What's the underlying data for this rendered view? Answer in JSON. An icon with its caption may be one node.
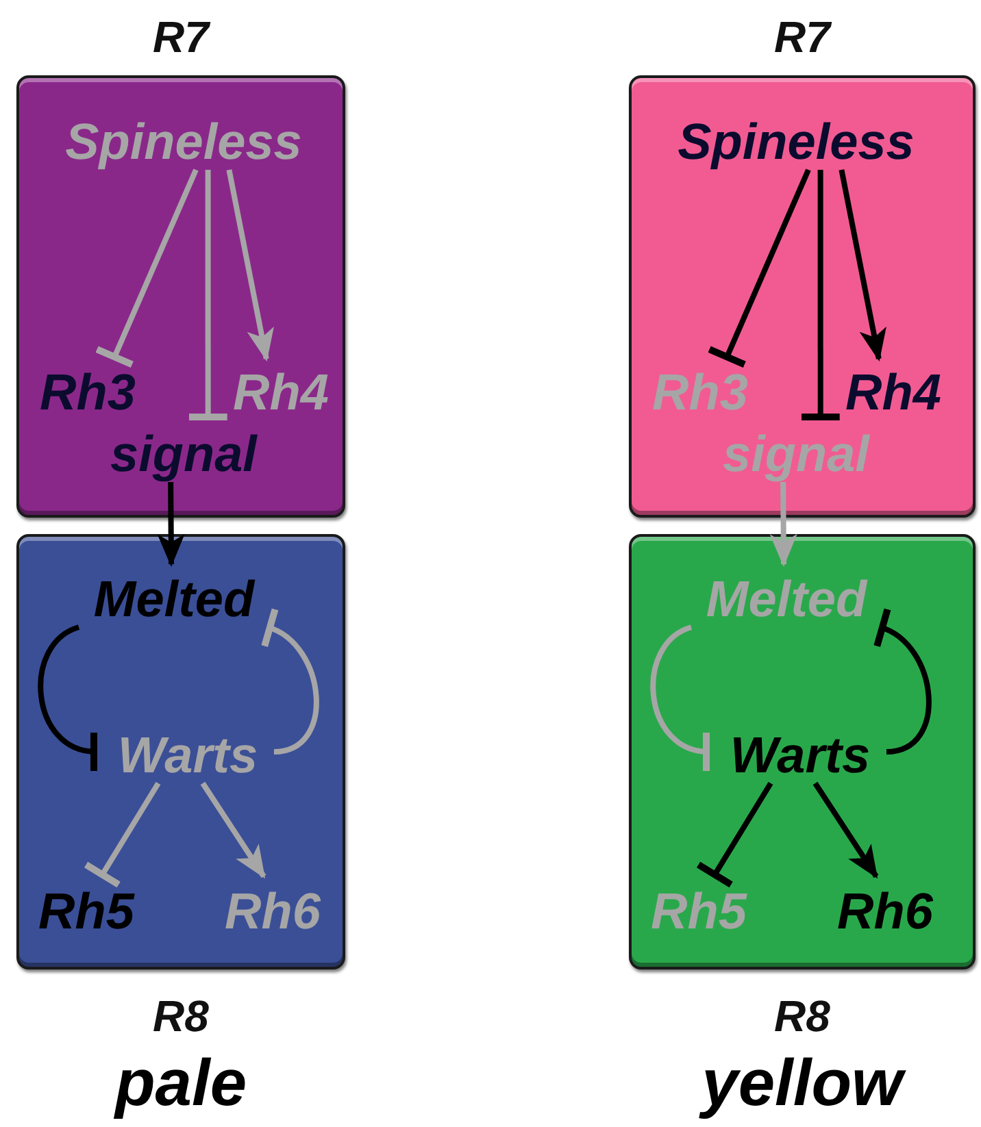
{
  "diagram": {
    "nodes": [
      {
        "text": [
          "R7"
        ]
      },
      {
        "text": [
          "Spineless"
        ],
        "in": 0
      },
      {
        "text": [
          "Rh3"
        ],
        "in": 0
      },
      {
        "text": [
          "Rh4"
        ],
        "in": 0
      },
      {
        "text": [
          "signal"
        ],
        "in": 0
      },
      {
        "text": [
          "R8"
        ]
      },
      {
        "text": [
          "Melted"
        ],
        "in": 5
      },
      {
        "text": [
          "Warts"
        ],
        "in": 5
      },
      {
        "text": [
          "Rh5"
        ],
        "in": 5
      },
      {
        "text": [
          "Rh6"
        ],
        "in": 5
      },
      {
        "text": [
          "R7"
        ]
      },
      {
        "text": [
          "Spineless"
        ],
        "in": 10
      },
      {
        "text": [
          "Rh3"
        ],
        "in": 10
      },
      {
        "text": [
          "Rh4"
        ],
        "in": 10
      },
      {
        "text": [
          "signal"
        ],
        "in": 10
      },
      {
        "text": [
          "R8"
        ]
      },
      {
        "text": [
          "Melted"
        ],
        "in": 15
      },
      {
        "text": [
          "Warts"
        ],
        "in": 15
      },
      {
        "text": [
          "Rh5"
        ],
        "in": 15
      },
      {
        "text": [
          "Rh6"
        ],
        "in": 15
      }
    ],
    "edges": [
      {
        "from": 1,
        "to": 2,
        "arrow": "other",
        "color": "#a6a6a6"
      },
      {
        "from": 1,
        "to": 4,
        "arrow": "other",
        "color": "#a6a6a6"
      },
      {
        "from": 1,
        "to": 3,
        "arrow": "to",
        "color": "#a6a6a6"
      },
      {
        "from": 4,
        "to": 6,
        "arrow": "to",
        "color": "#000000"
      },
      {
        "from": 6,
        "to": 7,
        "arrow": "other",
        "color": "#000000"
      },
      {
        "from": 7,
        "to": 6,
        "arrow": "other",
        "color": "#a6a6a6"
      },
      {
        "from": 7,
        "to": 8,
        "arrow": "other",
        "color": "#a6a6a6"
      },
      {
        "from": 7,
        "to": 9,
        "arrow": "to",
        "color": "#a6a6a6"
      },
      {
        "from": 11,
        "to": 12,
        "arrow": "other",
        "color": "#000000"
      },
      {
        "from": 11,
        "to": 14,
        "arrow": "other",
        "color": "#000000"
      },
      {
        "from": 11,
        "to": 13,
        "arrow": "to",
        "color": "#000000"
      },
      {
        "from": 14,
        "to": 16,
        "arrow": "to",
        "color": "#a6a6a6"
      },
      {
        "from": 16,
        "to": 17,
        "arrow": "other",
        "color": "#a6a6a6"
      },
      {
        "from": 17,
        "to": 16,
        "arrow": "other",
        "color": "#000000"
      },
      {
        "from": 17,
        "to": 18,
        "arrow": "other",
        "color": "#000000"
      },
      {
        "from": 17,
        "to": 19,
        "arrow": "to",
        "color": "#000000"
      }
    ],
    "labels": [
      "pale",
      "yellow"
    ]
  }
}
